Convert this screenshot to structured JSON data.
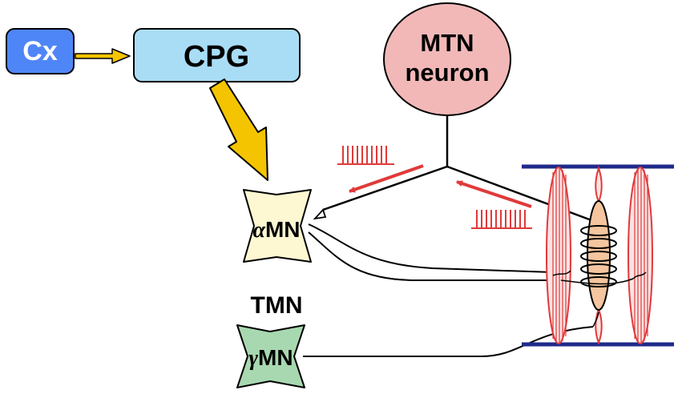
{
  "labels": {
    "cx": "Cx",
    "cpg": "CPG",
    "mtn_line1": "MTN",
    "mtn_line2": "neuron",
    "alpha_greek": "α",
    "alpha_suffix": "MN",
    "gamma_greek": "γ",
    "gamma_suffix": "MN",
    "tmn": "TMN"
  },
  "colors": {
    "cx_fill": "#4f86f7",
    "cpg_fill": "#a9ddf5",
    "mtn_fill": "#f2b8b8",
    "alpha_fill": "#fdf7d2",
    "gamma_fill": "#a8d8b0",
    "yellow_arrow": "#f5c400",
    "red": "#e03a3a",
    "spindle_fill": "#f4c59e",
    "muscle_fill": "#fbe3e3",
    "bar": "#1f2a8a"
  }
}
